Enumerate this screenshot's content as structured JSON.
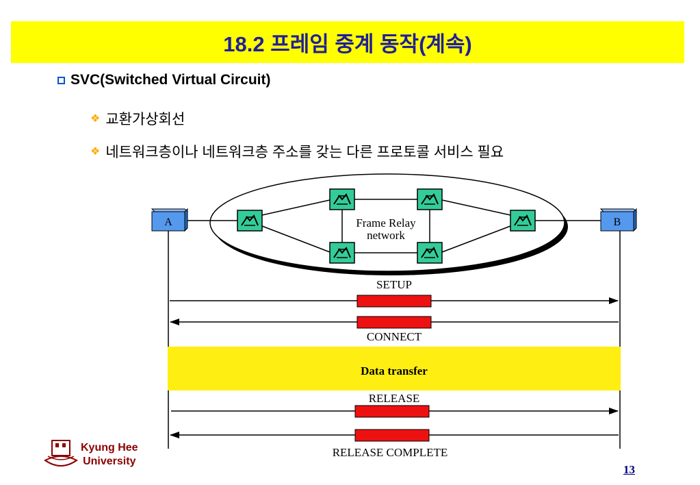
{
  "slide": {
    "title": "18.2 프레임 중계 동작(계속)",
    "bullets": [
      "SVC(Switched Virtual Circuit)",
      "교환가상회선",
      "네트워크층이나 네트워크층 주소를 갖는 다른 프로토콜 서비스 필요"
    ],
    "page_number": "13",
    "logo": {
      "line1": "Kyung Hee",
      "line2": "University"
    }
  },
  "diagram": {
    "endpoint_a": "A",
    "endpoint_b": "B",
    "network_label_1": "Frame Relay",
    "network_label_2": "network",
    "messages": {
      "setup": "SETUP",
      "connect": "CONNECT",
      "data_transfer": "Data transfer",
      "release": "RELEASE",
      "release_complete": "RELEASE COMPLETE"
    },
    "colors": {
      "switch": "#33cc99",
      "message_box": "#ee1111",
      "data_band": "#ffee11",
      "endpoint": "#5599ee"
    }
  }
}
